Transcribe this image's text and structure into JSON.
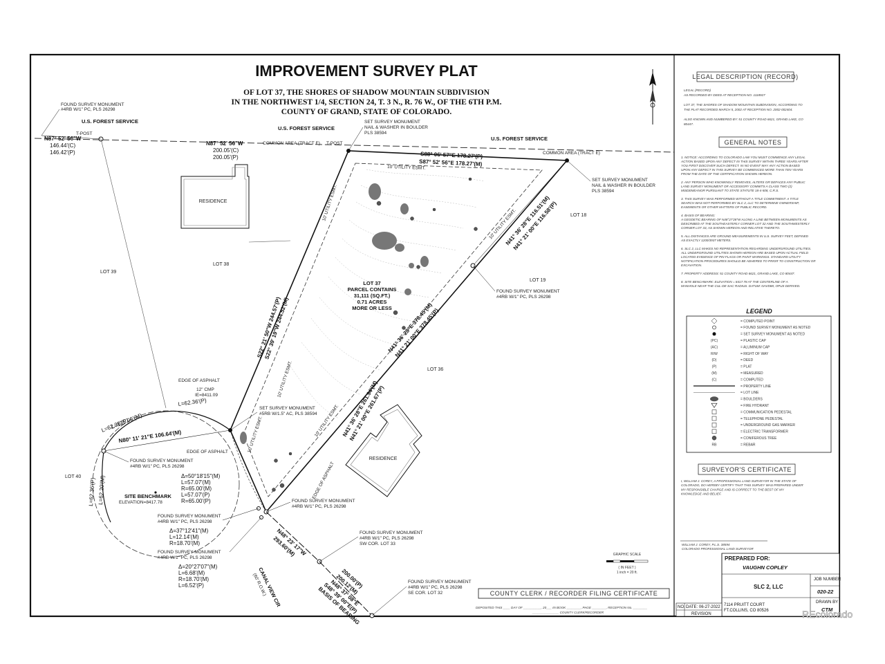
{
  "title": "IMPROVEMENT SURVEY PLAT",
  "subtitle": [
    "OF LOT 37, THE SHORES OF SHADOW MOUNTAIN SUBDIVISION",
    "IN THE NORTHWEST 1/4, SECTION 24, T. 3 N., R. 76 W., OF THE 6TH P.M.",
    "COUNTY OF GRAND, STATE OF COLORADO."
  ],
  "north_arrow": "north-arrow",
  "forest_service": [
    "U.S. FOREST SERVICE",
    "U.S. FOREST SERVICE",
    "U.S. FOREST SERVICE"
  ],
  "common_area": [
    "COMMON AREA (TRACT E)",
    "COMMON AREA (TRACT E)"
  ],
  "t_post": [
    "T-POST",
    "T-POST"
  ],
  "lots": {
    "lot39": "LOT 39",
    "lot38": "LOT 38",
    "lot18": "LOT 18",
    "lot19": "LOT 19",
    "lot36": "LOT 36",
    "lot40": "LOT 40"
  },
  "residence": [
    "RESIDENCE",
    "RESIDENCE"
  ],
  "parcel": [
    "LOT 37",
    "PARCEL CONTAINS",
    "31,111 (SQ.FT.)",
    "0.71 ACRES",
    "MORE OR LESS"
  ],
  "monuments": {
    "nw_found": [
      "FOUND SURVEY MONUMENT",
      "#4RB W/1\" PC, PLS 26298"
    ],
    "n_set": [
      "SET SURVEY MONUMENT",
      "NAIL & WASHER IN BOULDER",
      "PLS 38594"
    ],
    "ne_set": [
      "SET SURVEY MONUMENT",
      "NAIL & WASHER IN BOULDER",
      "PLS 38594"
    ],
    "e_found": [
      "FOUND SURVEY MONUMENT",
      "#4RB W/1\" PC, PLS 26298"
    ],
    "sw_set": [
      "SET SURVEY MONUMENT",
      "#5RB W/1.5\" AC, PLS 38594"
    ],
    "w_found": [
      "FOUND SURVEY MONUMENT",
      "#4RB W/1\" PC, PLS 26298"
    ],
    "s_found": [
      "FOUND SURVEY MONUMENT",
      "#4RB W/1\" PC, PLS 26298"
    ],
    "curve_found1": [
      "FOUND SURVEY MONUMENT",
      "#4RB W/1\" PC, PLS 26298"
    ],
    "curve_found2": [
      "FOUND SURVEY MONUMENT",
      "#4RB W/1\" PC, PLS 26298"
    ],
    "sw_cor33": [
      "FOUND SURVEY MONUMENT",
      "#4RB W/1\" PC, PLS 26298",
      "SW COR. LOT 33"
    ],
    "se_cor32": [
      "FOUND SURVEY MONUMENT",
      "#4RB W/1\" PC, PLS 26298",
      "SE COR. LOT 32"
    ]
  },
  "bearings": {
    "nw_line": [
      "N87° 52' 56\"W",
      "146.44'(C)",
      "146.42'(P)"
    ],
    "n_line": [
      "N87° 52' 56\"W",
      "200.05'(C)",
      "200.05'(P)"
    ],
    "ne_line": [
      "S88° 06' 57\"E 178.27'(P)",
      "S87° 52' 56\"E 178.27'(M)"
    ],
    "east_line": [
      "N41° 36' 28\"E 116.51'(M)",
      "N41° 21' 00\"E 116.58'(P)"
    ],
    "east_line2": [
      "N41° 36' 28\"E 378.45'(M)",
      "N41° 21' 00\"E 378.45'(P)"
    ],
    "se_line": [
      "N41° 36' 28\"E 261.94'(M)",
      "N41° 21' 00\"E 261.67'(P)"
    ],
    "west_line": [
      "S22° 21' 50\"W 244.57'(P)",
      "S22° 39' 19\"W 244.52'(M)"
    ],
    "chord": "N80° 11' 21\"E 106.64'(M)",
    "south_line": [
      "N48° 23' 17\"W",
      "293.60'(M)"
    ],
    "basis": [
      "200.00'(P)",
      "200.12'(M)",
      "N48° 37' 08\"E",
      "S48° 39' 00\"E(P)",
      "BASIS OF BEARING"
    ]
  },
  "easements": [
    "10' UTILITY ESMT.",
    "10' UTILITY ESMT.",
    "10' UTILITY ESMT.",
    "10' UTILITY ESMT.",
    "10' UTILITY ESMT.",
    "10' UTILITY ESMT."
  ],
  "curves": {
    "top_arc": [
      "L=62.36'(P)",
      "L=125.06'(M)",
      "L=62.36'(P)"
    ],
    "left_arc": [
      "L=62.36'(P)",
      "L=62.20'(M)"
    ],
    "c1": [
      "Δ=50°18'15\"(M)",
      "L=57.07'(M)",
      "R=65.00'(M)",
      "L=57.07'(P)",
      "R=65.00'(P)"
    ],
    "c2": [
      "Δ=37°12'41\"(M)",
      "L=12.14'(M)",
      "R=18.70'(M)"
    ],
    "c3": [
      "Δ=20°27'07\"(M)",
      "L=6.68'(M)",
      "R=18.70'(M)",
      "L=6.52'(P)"
    ]
  },
  "asphalt": [
    "EDGE OF ASPHALT",
    "EDGE OF ASPHALT",
    "EDGE OF ASPHALT"
  ],
  "cmp": [
    "12\" CMP",
    "IE=8411.09"
  ],
  "benchmark": [
    "SITE BENCHMARK",
    "ELEVATION=8417.78"
  ],
  "road": [
    "CANAL VIEW CIR",
    "(60' R.O.W.)"
  ],
  "scale": [
    "GRAPHIC SCALE",
    "( IN FEET )",
    "1 inch = 20 ft."
  ],
  "legal_header": "LEGAL DESCRIPTION (RECORD)",
  "legal_text": [
    "LEGAL (RECORD)",
    "AS RECORDED BY DEED AT RECEPTION NO. 1118927",
    "",
    "LOT 37, THE SHORES OF SHADOW MOUNTAIN SUBDIVISION, ACCORDING TO",
    "THE PLAT RECORDED MARCH 5, 2002 AT RECEPTION NO. 2002-002404.",
    "",
    "ALSO KNOWN AND NUMBERED BY: 51 COUNTY ROAD 6621, GRAND LAKE, CO",
    "80447."
  ],
  "notes_header": "GENERAL NOTES",
  "notes": [
    "1. NOTICE: ACCORDING TO COLORADO LAW YOU MUST COMMENCE ANY LEGAL",
    "ACTION BASED UPON ANY DEFECT IN THIS SURVEY WITHIN THREE YEARS AFTER",
    "YOU FIRST DISCOVER SUCH DEFECT. IN NO EVENT MAY ANY ACTION BASED",
    "UPON ANY DEFECT IN THIS SURVEY BE COMMENCED MORE THAN TEN YEARS",
    "FROM THE DATE OF THE CERTIFICATION SHOWN HEREON.",
    "",
    "2. ANY PERSON WHO KNOWINGLY REMOVES, ALTERS OR DEFACES ANY PUBLIC",
    "LAND SURVEY MONUMENT OR ACCESSORY COMMITS A CLASS TWO (2)",
    "MISDEMEANOR PURSUANT TO STATE STATUTE 18-4-508, C.R.S.",
    "",
    "3. THIS SURVEY WAS PERFORMED WITHOUT A TITLE COMMITMENT. A TITLE",
    "SEARCH WAS NOT PERFORMED BY SLC 2, LLC TO DETERMINE OWNERSHIP,",
    "EASEMENTS OR OTHER MATTERS OF PUBLIC RECORD.",
    "",
    "4. BASIS OF BEARING:",
    "A GEODETIC BEARING OF N48°27'28\"W ALONG A LINE BETWEEN MONUMENTS AS",
    "DESCRIBED AT THE SOUTHEASTERLY CORNER LOT 32 AND THE SOUTHWESTERLY",
    "CORNER LOT 33, AS SHOWN HEREON AND RELATIVE THERETO.",
    "",
    "5. ALL DISTANCES ARE GROUND MEASUREMENTS IN U.S. SURVEY FEET, DEFINED",
    "AS EXACTLY 1200/3937 METERS.",
    "",
    "6. SLC 2, LLC MAKES NO REPRESENTATION REGARDING UNDERGROUND UTILITIES.",
    "ALL UNDERGROUND UTILITIES SHOWN HEREON ARE BASED UPON ACTUAL FIELD",
    "LOCATED EVIDENCE OF PIN FLAGS OR PAINT MARKINGS. STANDARD UTILITY",
    "NOTIFICATION PROCEDURES SHOULD BE ADHERED TO PRIOR TO CONSTRUCTION OR",
    "EXCAVATION.",
    "",
    "7. PROPERTY ADDRESS: 51 COUNTY ROAD 6621, GRAND LAKE, CO 80447.",
    "",
    "8. SITE BENCHMARK: ELEVATION = 8417.78 AT THE CENTERLINE OF A",
    "MANHOLE NEAR THE CUL-DE-SAC RADIUS. DATUM: NAVD88, OPUS DERIVED."
  ],
  "legend_title": "LEGEND",
  "legend": [
    "= COMPUTED POINT",
    "= FOUND SURVEY MONUMENT AS NOTED",
    "= SET SURVEY MONUMENT AS NOTED",
    "= PLASTIC CAP",
    "= ALUMINUM CAP",
    "= RIGHT OF WAY",
    "= DEED",
    "= PLAT",
    "= MEASURED",
    "= COMPUTED",
    "= PROPERTY LINE",
    "= LOT LINE",
    "= BOULDERS",
    "= FIRE HYDRANT",
    "= COMMUNICATION PEDESTAL",
    "= TELEPHONE PEDESTAL",
    "= UNDERGROUND GAS MARKER",
    "= ELECTRIC TRANSFORMER",
    "= CONIFEROUS TREE",
    "= REBAR"
  ],
  "legend_codes": [
    "",
    "",
    "",
    "(PC)",
    "(AC)",
    "R/W",
    "(D)",
    "(P)",
    "(M)",
    "(C)",
    "",
    "",
    "",
    "",
    "",
    "",
    "",
    "",
    "",
    "RB"
  ],
  "cert_header": "SURVEYOR'S CERTIFICATE",
  "cert_text": [
    "I, WILLIAM J. COREY, A PROFESSIONAL LAND SURVEYOR IN THE STATE OF",
    "COLORADO, DO HEREBY CERTIFY THAT THIS SURVEY WAS PREPARED UNDER",
    "MY RESPONSIBLE CHARGE AND IS CORRECT TO THE BEST OF MY",
    "KNOWLEDGE AND BELIEF."
  ],
  "signature": [
    "WILLIAM J. COREY, P.L.S. 38594",
    "COLORADO PROFESSIONAL LAND SURVEYOR"
  ],
  "prepared_for_label": "PREPARED FOR:",
  "prepared_for": "VAUGHN COPLEY",
  "firm": "SLC 2, LLC",
  "job_label": "JOB NUMBER",
  "job_number": "020-22",
  "drawn_by_label": "DRAWN BY",
  "drawn_by": "CTM",
  "revision": [
    "NO.",
    "DATE: 06-27-2022",
    "REVISION"
  ],
  "firm_address": [
    "7114 PRUITT COURT",
    "FT.COLLINS, CO 80526"
  ],
  "clerk_header": "COUNTY CLERK / RECORDER FILING CERTIFICATE",
  "clerk_text": [
    "DEPOSITED THIS ____ DAY OF __________, 20___ IN BOOK ________, PAGE ________, RECEPTION No. ________",
    "_______________ COUNTY CLERK/RECORDER"
  ],
  "watermark": "REcolorado"
}
